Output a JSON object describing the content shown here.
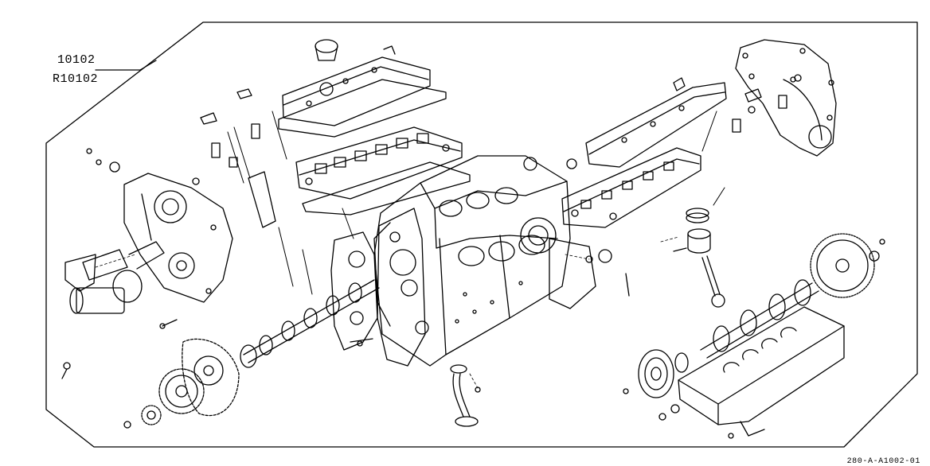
{
  "callouts": [
    {
      "id": "part-number",
      "text": "10102"
    },
    {
      "id": "part-number-alt",
      "text": "R10102"
    }
  ],
  "ref_code": "280-A-A1002-01"
}
